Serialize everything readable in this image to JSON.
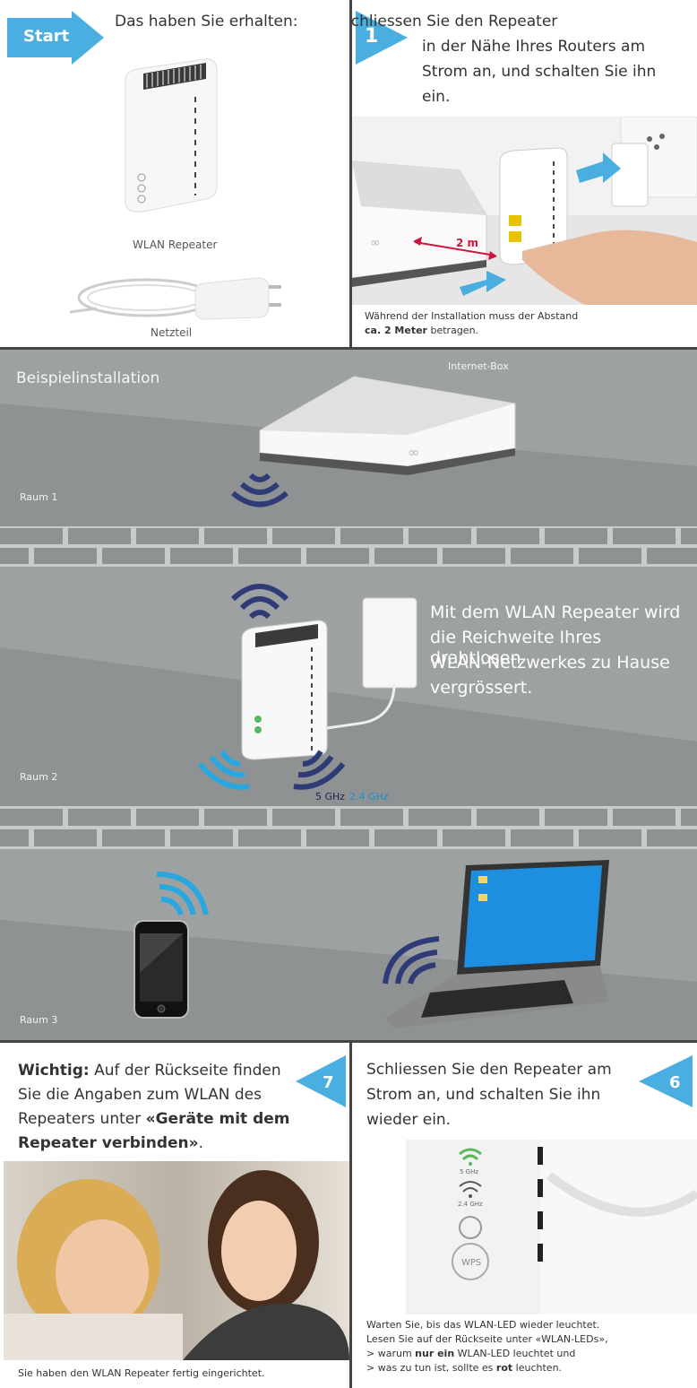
{
  "start": {
    "badge_label": "Start",
    "header_text": "Das haben Sie erhalten:",
    "repeater_caption": "WLAN Repeater",
    "adapter_caption": "Netzteil"
  },
  "step1": {
    "number": "1",
    "text_line1": "Schliessen Sie den Repeater",
    "text_line2": "in der Nähe Ihres Routers am",
    "text_line3": "Strom an, und schalten Sie ihn",
    "text_line4": "ein.",
    "distance_marker": "2 m",
    "note_line1": "Während der Installation muss der Abstand",
    "note_bold": "ca. 2 Meter",
    "note_rest": " betragen."
  },
  "example": {
    "title": "Beispielinstallation",
    "router_label": "Internet-Box",
    "room1": "Raum 1",
    "room2": "Raum 2",
    "room3": "Raum 3",
    "range_line1": "Mit dem WLAN Repeater wird",
    "range_line2": "die Reichweite Ihres drahtlosen",
    "range_line3": "WLAN-Netzwerkes zu Hause",
    "range_line4": "vergrössert.",
    "band_5ghz": "5 GHz",
    "band_24ghz": "2.4 GHz"
  },
  "step7": {
    "number": "7",
    "bold_lead": "Wichtig:",
    "text1": " Auf der Rückseite finden",
    "text2": "Sie die Angaben zum WLAN des",
    "text3": "Repeaters unter ",
    "bold_ref": "«Geräte mit dem",
    "bold_ref2": "Repeater verbinden»",
    "text_end": ".",
    "footer": "Sie haben den WLAN Repeater fertig eingerichtet."
  },
  "step6": {
    "number": "6",
    "text_line1": "Schliessen Sie den Repeater am",
    "text_line2": "Strom an, und schalten Sie ihn",
    "text_line3": "wieder ein.",
    "led_5": "5 GHz",
    "led_24": "2.4 GHz",
    "wps": "WPS",
    "note1": "Warten Sie, bis das WLAN-LED wieder leuchtet.",
    "note2": "Lesen Sie auf der Rückseite unter «WLAN-LEDs»,",
    "note3_pre": ">  warum ",
    "note3_bold": "nur ein",
    "note3_post": " WLAN-LED leuchtet und",
    "note4_pre": ">  was zu tun ist, sollte es ",
    "note4_bold": "rot",
    "note4_post": " leuchten."
  },
  "colors": {
    "accent_blue": "#4aaee0",
    "wave_navy": "#2f3b77",
    "wave_cyan": "#2aa7df",
    "room_gray": "#8f9293",
    "wall_gray": "#d9d9d9"
  }
}
